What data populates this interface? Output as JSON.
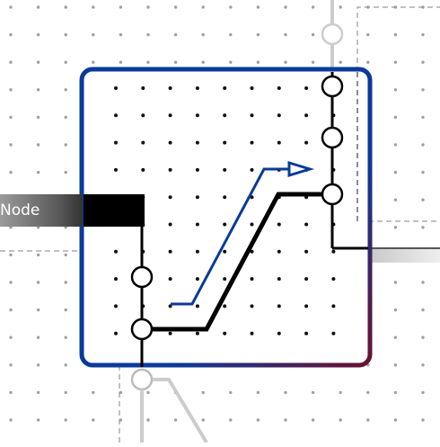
{
  "node_label": "Node",
  "colors": {
    "frame_top": "#0a3a9a",
    "frame_bottom_right": "#6a1030",
    "path_blue": "#0a3a9a",
    "path_black": "#000000",
    "dot_inside": "#111111",
    "dot_outside": "#9a9a9a"
  },
  "icons": [
    "connector-port",
    "arrowhead"
  ]
}
